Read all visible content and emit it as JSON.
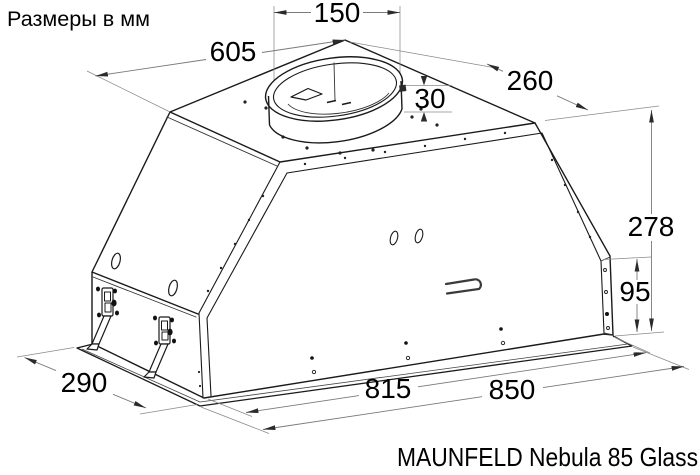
{
  "page": {
    "title": "Размеры в мм",
    "product_label": "MAUNFELD Nebula 85 Glass"
  },
  "drawing": {
    "type": "isometric dimensional drawing of a built-in cooker hood",
    "units": "мм"
  },
  "dimensions": {
    "duct_collar_diameter": "150",
    "top_width": "605",
    "top_depth": "260",
    "collar_height": "30",
    "total_height": "278",
    "lower_section_height": "95",
    "body_width": "815",
    "overall_width": "850",
    "side_depth": "290"
  },
  "colors": {
    "body_line": "#1a1a1a",
    "dimension_line": "#7a7a7a",
    "arrow": "#2b2b2b",
    "text": "#000000",
    "background": "#ffffff"
  }
}
